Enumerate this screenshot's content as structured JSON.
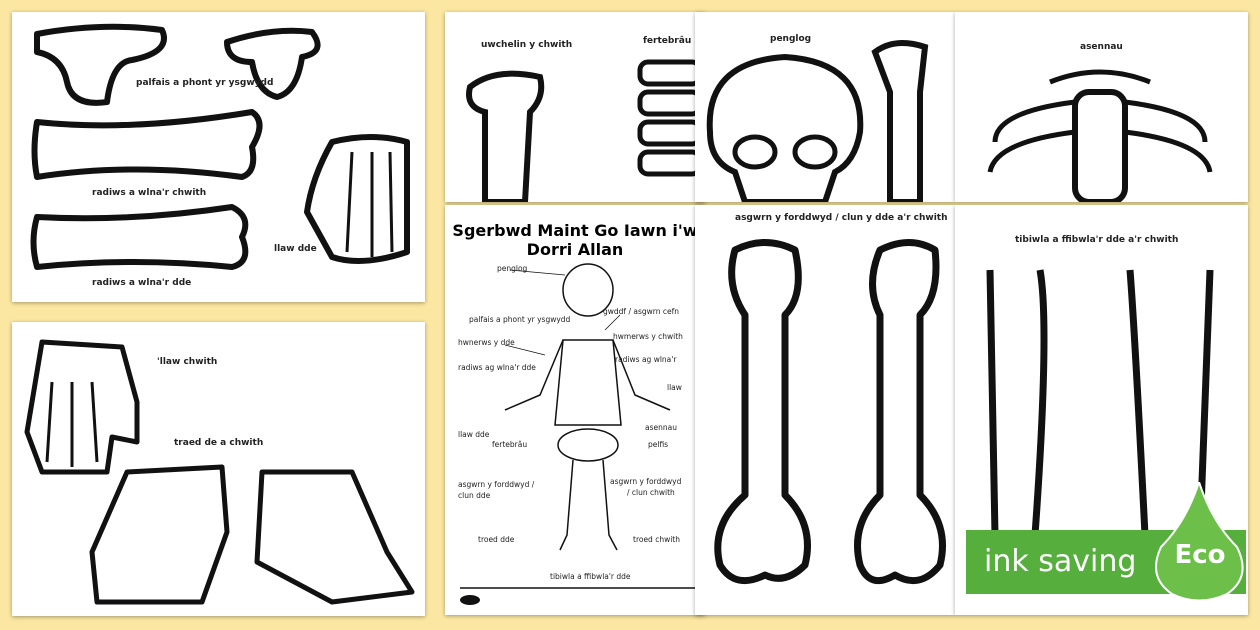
{
  "sheets": {
    "p1": {
      "labels": [
        "palfais a phont yr ysgwydd",
        "radiws a wlna'r chwith",
        "radiws a wlna'r dde",
        "llaw dde"
      ]
    },
    "p2": {
      "labels": [
        "'llaw chwith",
        "traed de a chwith"
      ]
    },
    "p3": {
      "labels": [
        "uwchelin y chwith",
        "fertebrâu"
      ]
    },
    "p4": {
      "labels": [
        "penglog"
      ]
    },
    "p5": {
      "labels": [
        "asennau"
      ]
    },
    "p6": {
      "title_line1": "Sgerbwd Maint Go Iawn i'w",
      "title_line2": "Dorri Allan",
      "labels": [
        "penglog",
        "palfais a phont yr ysgwydd",
        "hwnerws y dde",
        "radiws ag wlna'r dde",
        "llaw dde",
        "fertebrâu",
        "asgwrn y forddwyd /",
        "clun dde",
        "troed dde",
        "tibiwla a ffibwla'r dde",
        "gwddf / asgwrn cefn",
        "hwmerws y chwith",
        "radiws ag wlna'r",
        "llaw",
        "asennau",
        "pelfis",
        "asgwrn y forddwyd",
        "/ clun chwith",
        "troed chwith"
      ]
    },
    "p7": {
      "labels": [
        "asgwrn y forddwyd / clun y dde a'r chwith"
      ]
    },
    "p8": {
      "labels": [
        "tibiwla a ffibwla'r dde a'r chwith"
      ]
    }
  },
  "badge": {
    "text": "ink saving",
    "eco": "Eco",
    "color": "#56ae3d"
  }
}
